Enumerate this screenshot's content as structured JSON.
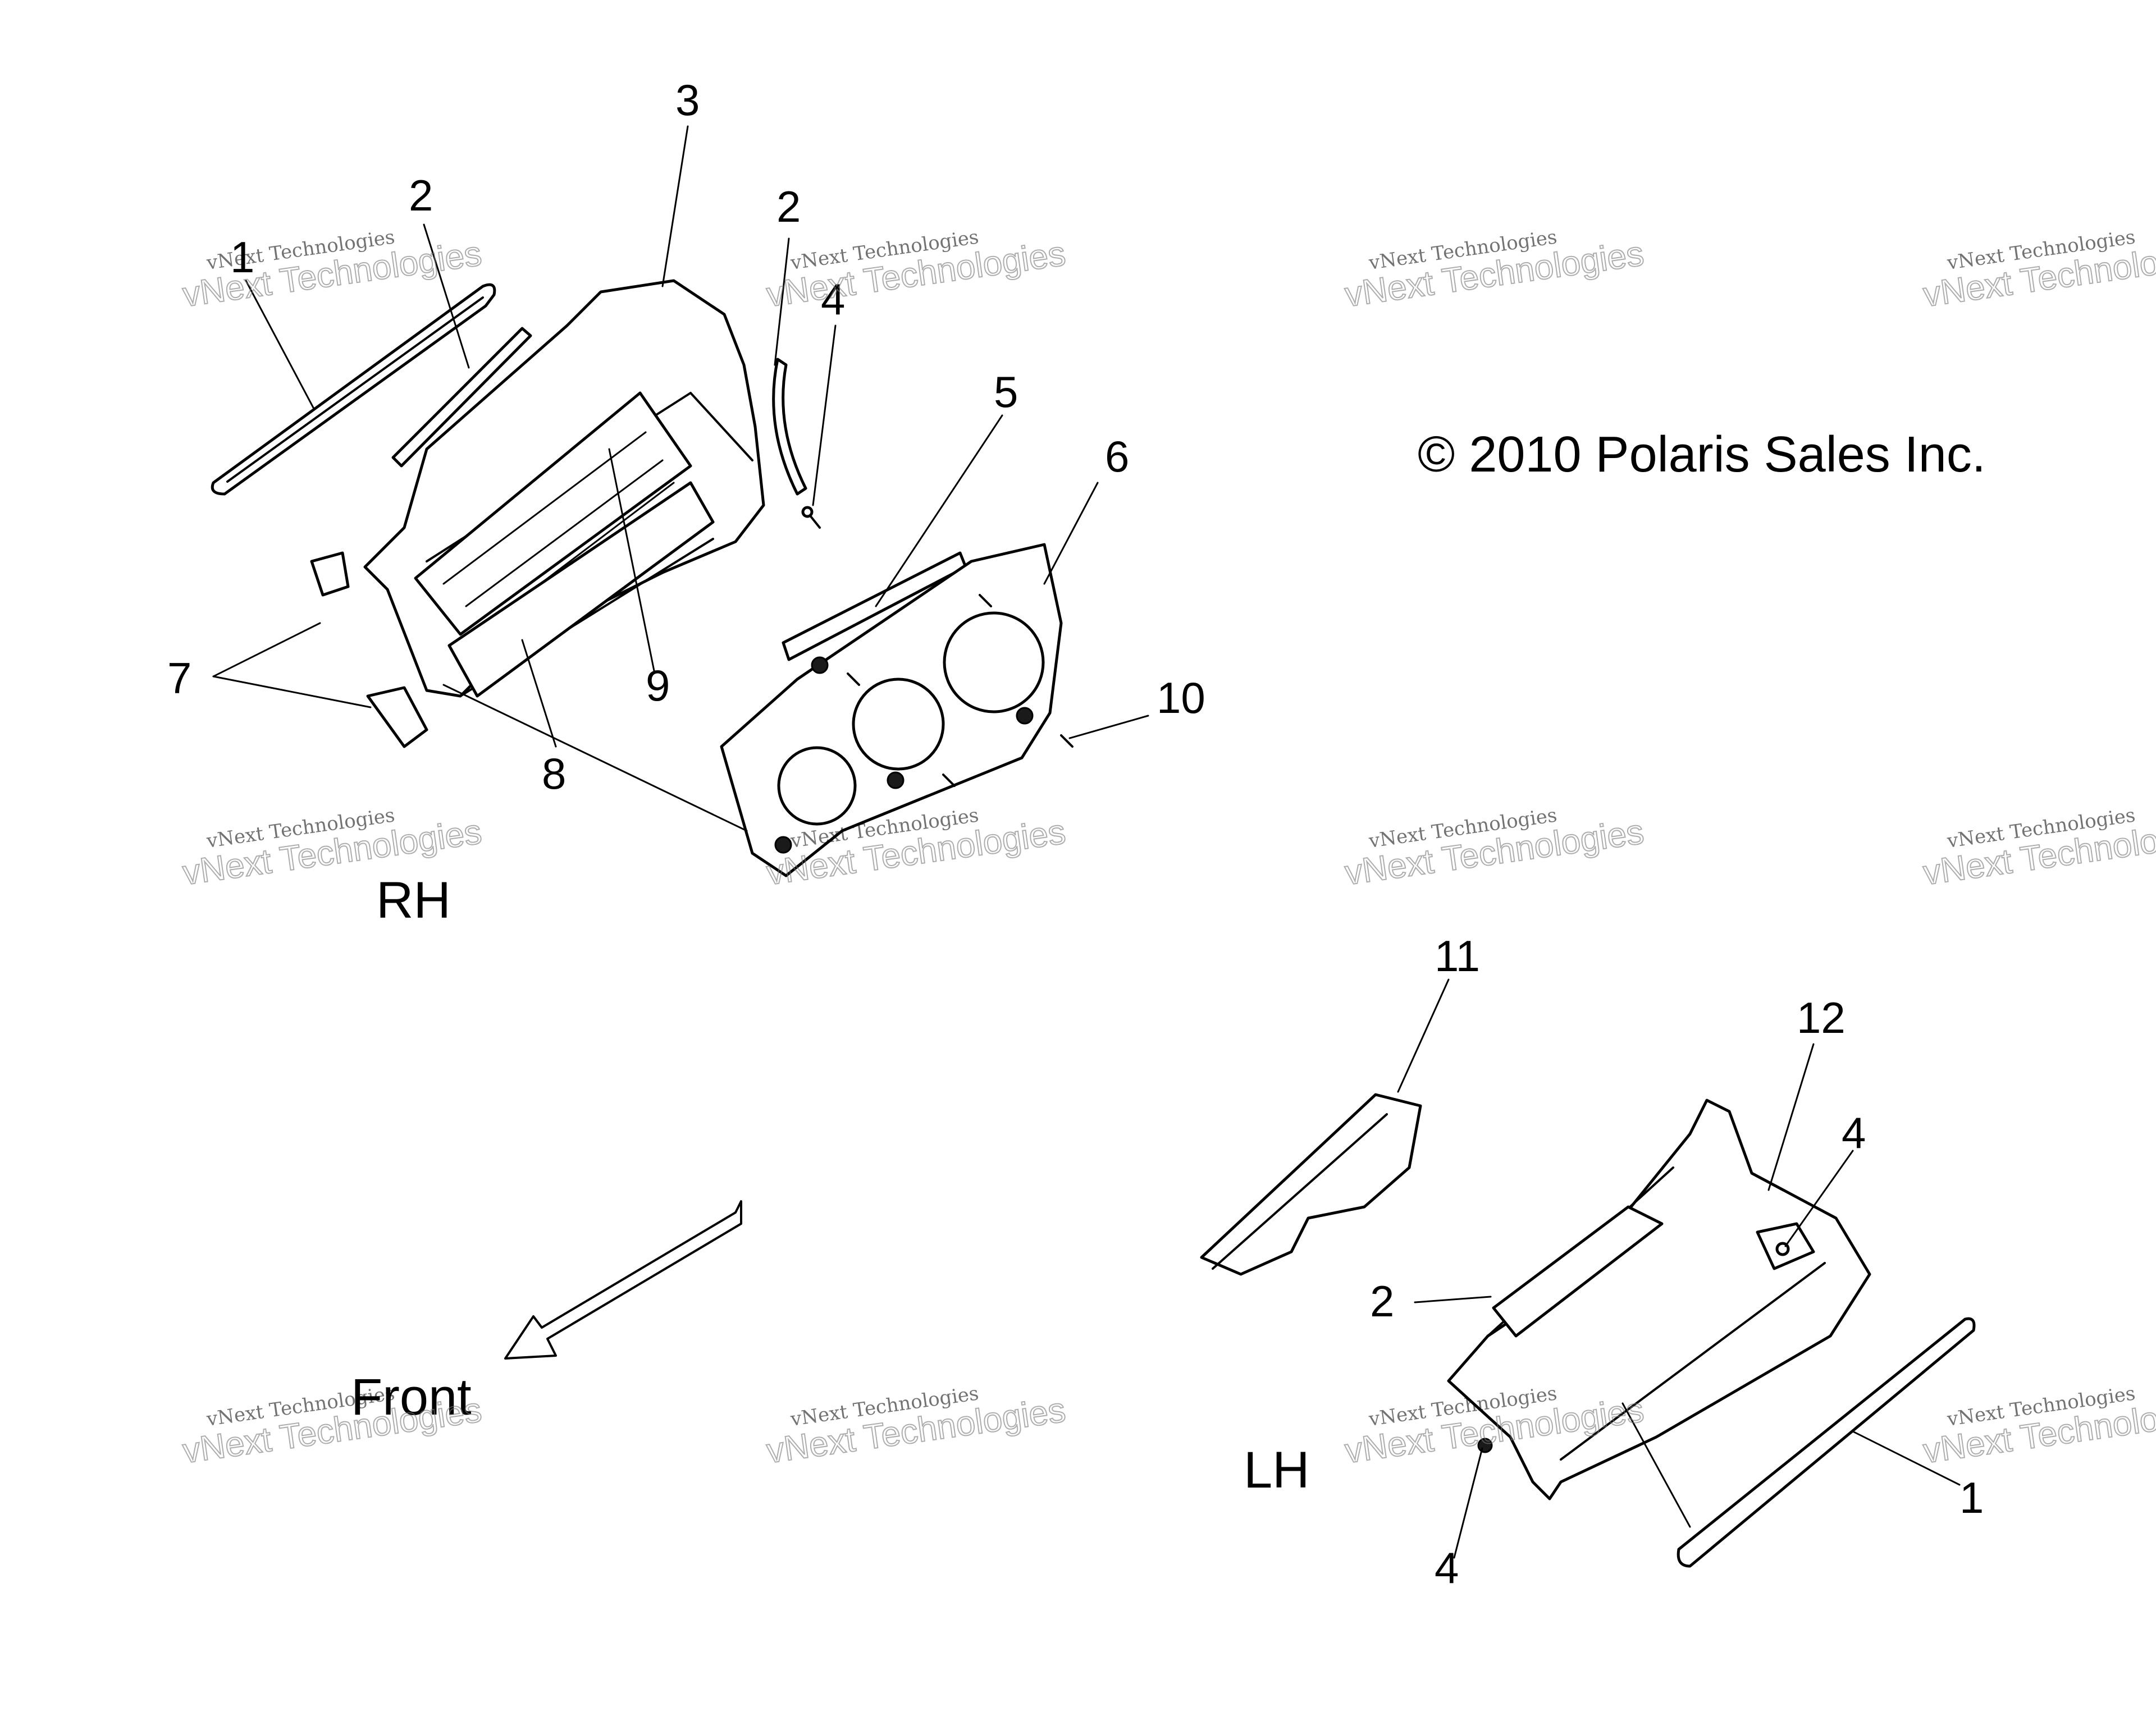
{
  "copyright": "© 2010 Polaris Sales Inc.",
  "views": {
    "rh": "RH",
    "lh": "LH",
    "front": "Front"
  },
  "callouts": {
    "rh": [
      "1",
      "2",
      "3",
      "2",
      "4",
      "5",
      "6",
      "7",
      "8",
      "9",
      "10"
    ],
    "lh": [
      "11",
      "12",
      "4",
      "2",
      "4",
      "1"
    ]
  },
  "watermark": {
    "line1": "vNext Technologies",
    "line2": "vNext Technologies"
  }
}
